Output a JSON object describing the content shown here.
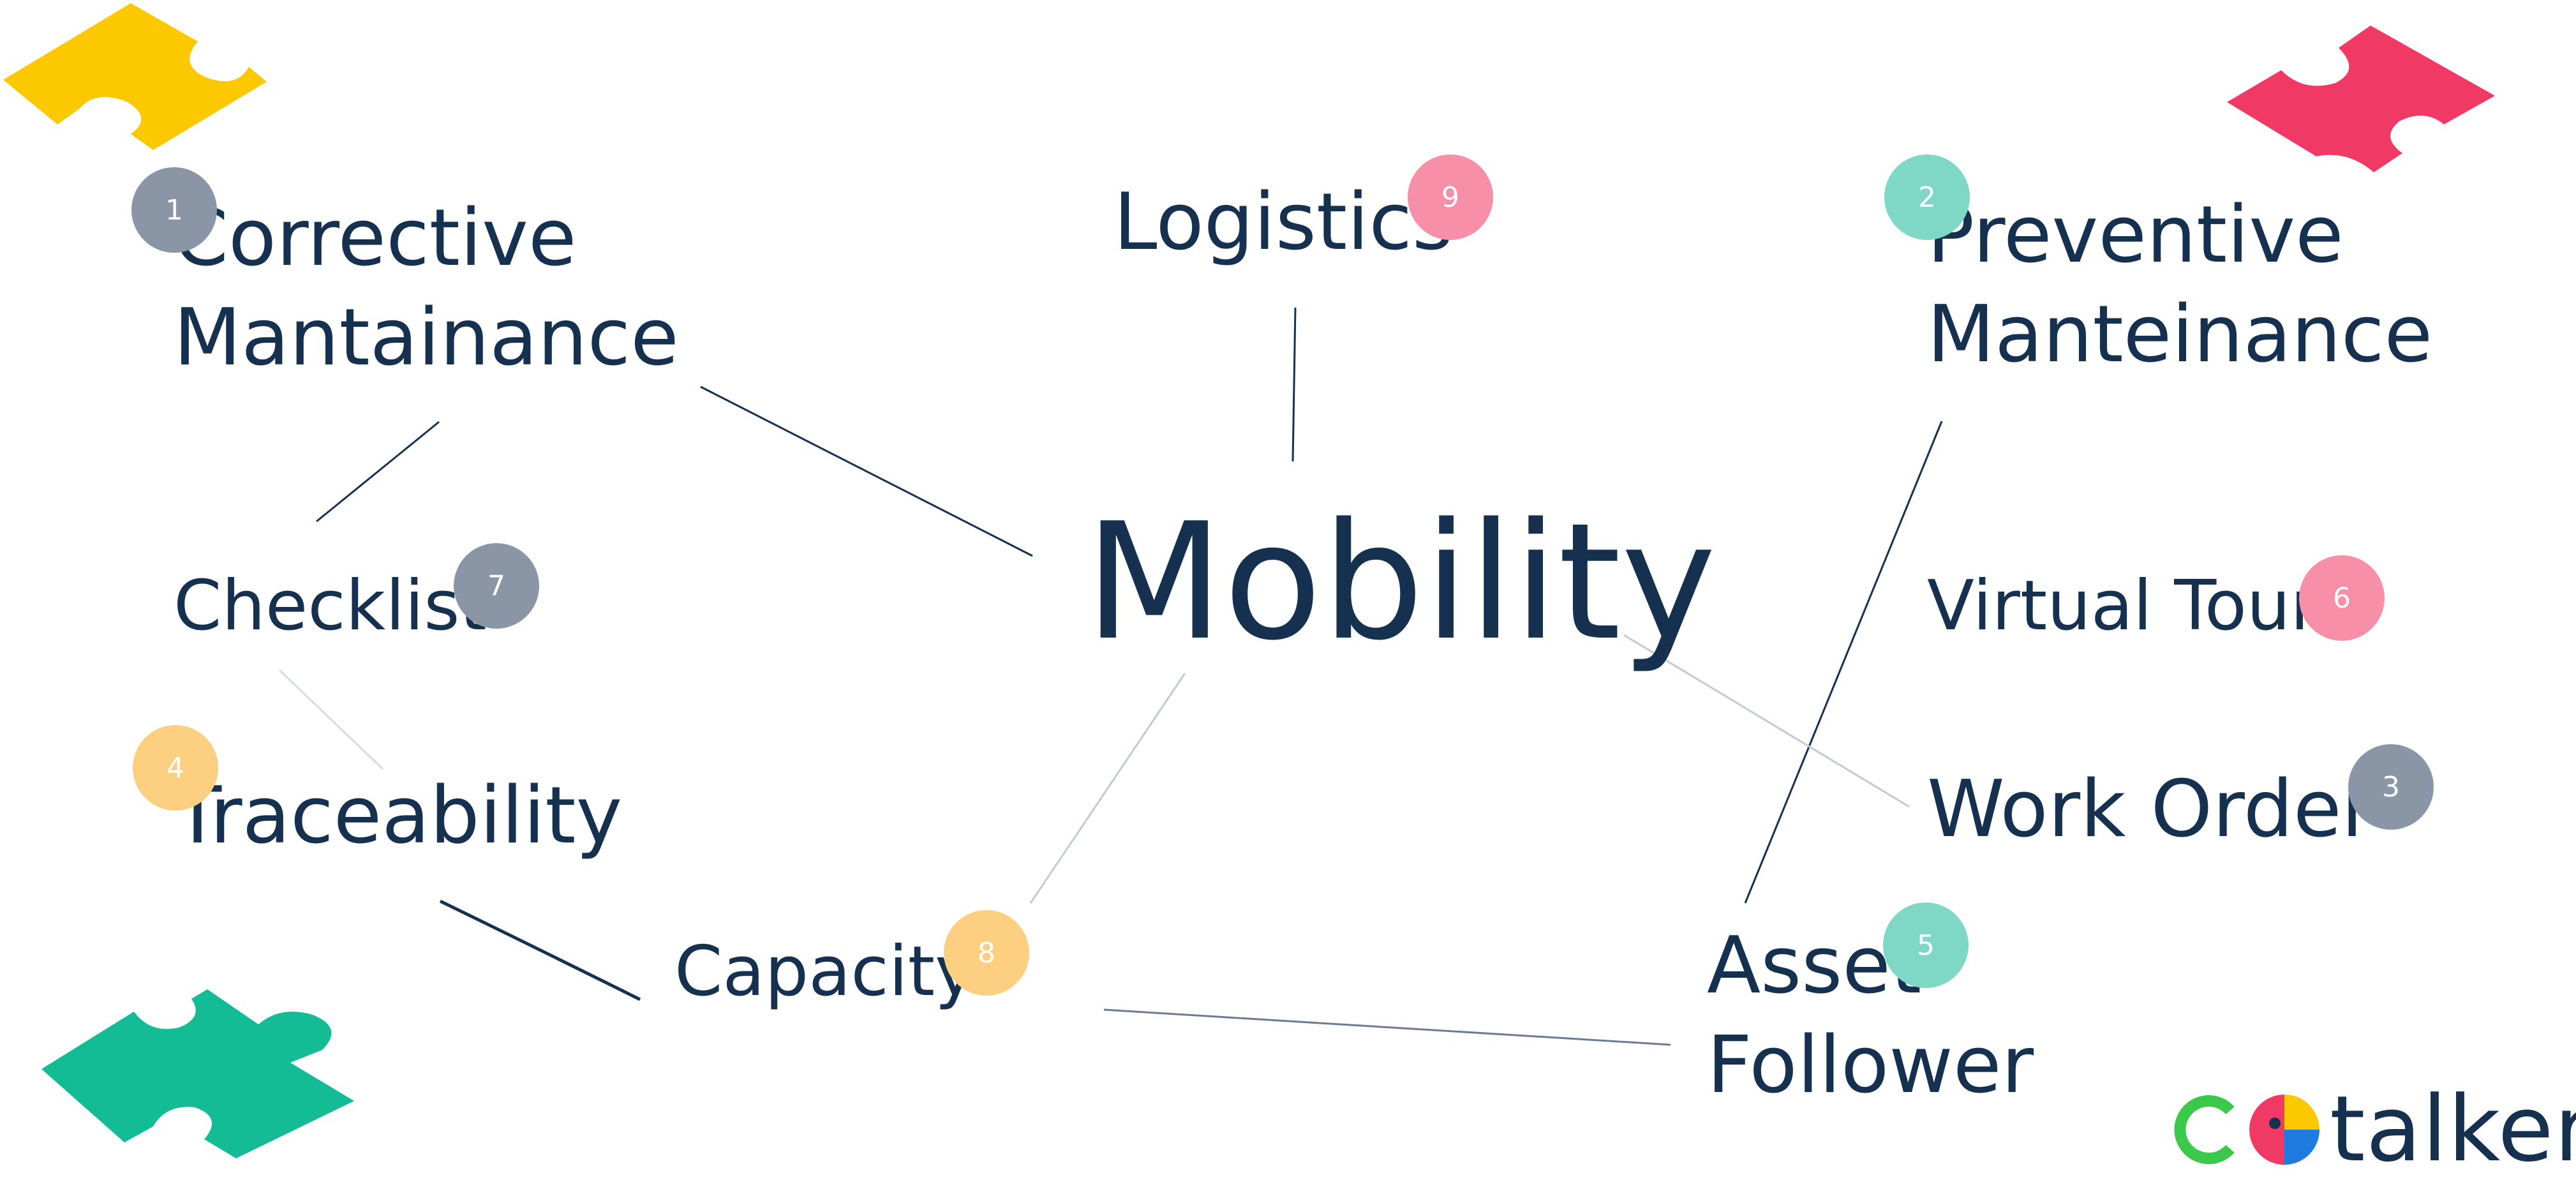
{
  "diagram": {
    "center": {
      "label": "Mobility"
    },
    "nodes": [
      {
        "id": "corrective",
        "lines": [
          "Corrective",
          "Mantainance"
        ],
        "number": "1"
      },
      {
        "id": "preventive",
        "lines": [
          "Preventive",
          "Manteinance"
        ],
        "number": "2"
      },
      {
        "id": "work-order",
        "lines": [
          "Work Order"
        ],
        "number": "3"
      },
      {
        "id": "traceability",
        "lines": [
          "Traceability"
        ],
        "number": "4"
      },
      {
        "id": "asset-follower",
        "lines": [
          "Asset",
          "Follower"
        ],
        "number": "5"
      },
      {
        "id": "virtual-tours",
        "lines": [
          "Virtual Tours"
        ],
        "number": "6"
      },
      {
        "id": "checklist",
        "lines": [
          "Checklist"
        ],
        "number": "7"
      },
      {
        "id": "capacity",
        "lines": [
          "Capacity"
        ],
        "number": "8"
      },
      {
        "id": "logistics",
        "lines": [
          "Logistics"
        ],
        "number": "9"
      }
    ],
    "colors": {
      "text": "#16304f",
      "badge_gray": "#8a96a6",
      "badge_pink": "#f78fa8",
      "badge_teal": "#7ed8c5",
      "badge_yellow": "#fcd080",
      "puzzle_yellow": "#fcc800",
      "puzzle_red": "#f03a65",
      "puzzle_green": "#14bc96"
    },
    "decorations": [
      "puzzle-piece-yellow",
      "puzzle-piece-red",
      "puzzle-piece-green"
    ]
  },
  "brand": {
    "logo_text": "talker",
    "logo_letter": "c",
    "colors": [
      "#3cc84b",
      "#f03a65",
      "#fcc800",
      "#1e7be0"
    ]
  }
}
